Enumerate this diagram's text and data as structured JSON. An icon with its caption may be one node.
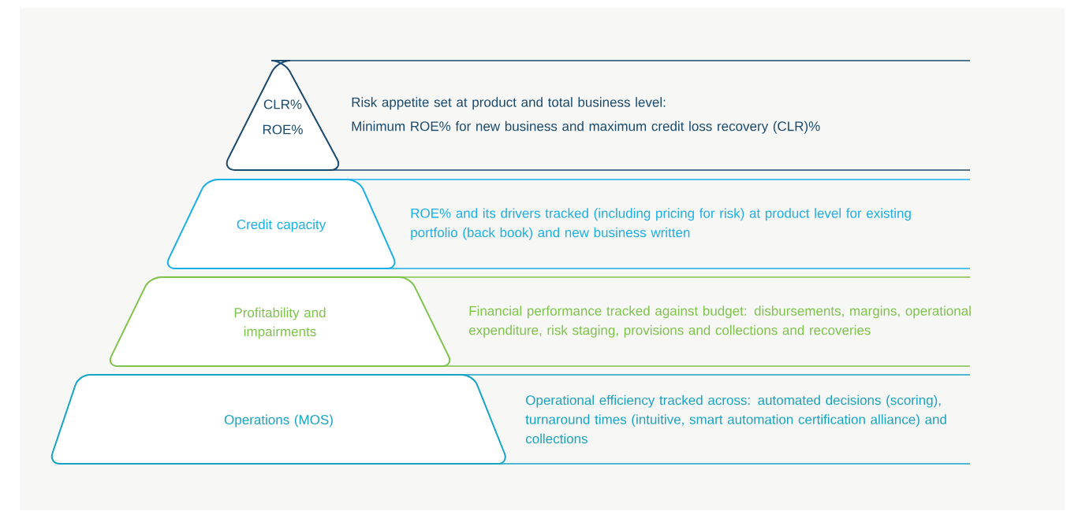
{
  "diagram": {
    "nodes": [
      {
        "text": [
          "CLR%",
          "ROE%"
        ],
        "beside": [
          "Risk appetite set at product and total business level:",
          "Minimum ROE% for new business and maximum credit loss recovery (CLR)%"
        ]
      },
      {
        "text": [
          "Credit capacity"
        ],
        "beside": [
          "ROE% and its drivers tracked (including pricing for risk) at product level for existing portfolio (back book) and new business written"
        ]
      },
      {
        "text": [
          "Profitability and impairments"
        ],
        "beside": [
          "Financial performance tracked against budget: disbursements, margins, operational expenditure, risk staging, provisions and collections and recoveries"
        ]
      },
      {
        "text": [
          "Operations (MOS)"
        ],
        "beside": [
          "Operational efficiency tracked across: automated decisions (scoring), turnaround times (intuitive, smart automation certification alliance) and collections"
        ]
      }
    ]
  }
}
